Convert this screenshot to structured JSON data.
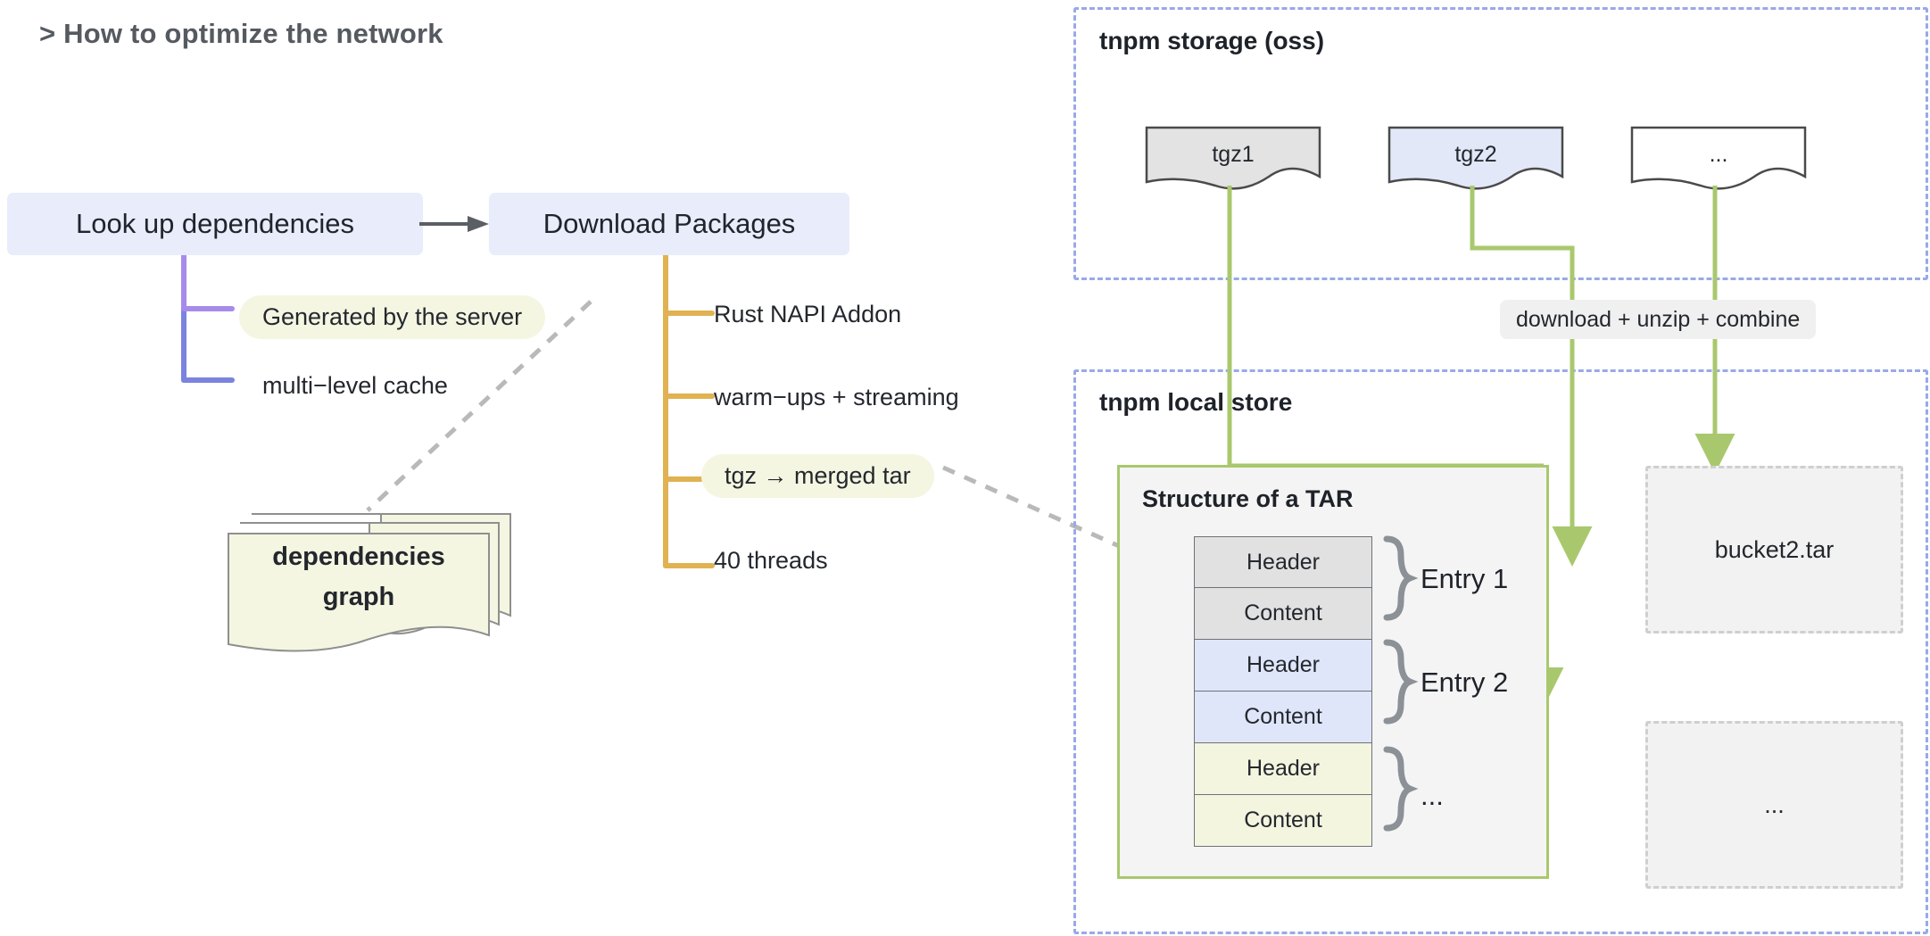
{
  "page": {
    "title": "> How to optimize the network",
    "colors": {
      "process_box_bg": "#e8ecfb",
      "pill_bg": "#f4f6e1",
      "branch_purple": "#a78bea",
      "branch_blue": "#7b83de",
      "branch_amber": "#e0b252",
      "flow_green": "#a9c86e",
      "zone_border_blue": "#99a9e8",
      "arrow_grey": "#5a5f66",
      "dashed_grey": "#b9b9b9"
    }
  },
  "flow": {
    "step1": "Look up dependencies",
    "step2": "Download Packages",
    "arrow_icon": "arrow-right-icon"
  },
  "lookup_branches": [
    {
      "label": "Generated by the server",
      "style": "pill",
      "color": "#a78bea"
    },
    {
      "label": "multi−level cache",
      "style": "plain",
      "color": "#7b83de"
    }
  ],
  "download_branches": [
    {
      "label": "Rust NAPI Addon",
      "style": "plain"
    },
    {
      "label": "warm−ups + streaming",
      "style": "plain"
    },
    {
      "label": "tgz → merged tar",
      "style": "pill"
    },
    {
      "label": "40 threads",
      "style": "plain"
    }
  ],
  "dependencies_graph": {
    "line1": "dependencies",
    "line2": "graph",
    "shape": "stacked-document"
  },
  "storage_zone": {
    "title": "tnpm storage (oss)",
    "documents": [
      {
        "label": "tgz1",
        "fill": "#e3e3e3"
      },
      {
        "label": "tgz2",
        "fill": "#e2e8f8"
      },
      {
        "label": "...",
        "fill": "#ffffff"
      }
    ]
  },
  "operation": {
    "label": "download + unzip + combine"
  },
  "local_store_zone": {
    "title": "tnpm local store",
    "tar": {
      "title": "Structure of a TAR",
      "rows": [
        {
          "label": "Header",
          "group": "Entry 1",
          "fill": "#e1e1e1"
        },
        {
          "label": "Content",
          "group": "Entry 1",
          "fill": "#e1e1e1"
        },
        {
          "label": "Header",
          "group": "Entry 2",
          "fill": "#dfe6f9"
        },
        {
          "label": "Content",
          "group": "Entry 2",
          "fill": "#dfe6f9"
        },
        {
          "label": "Header",
          "group": "...",
          "fill": "#f3f5df"
        },
        {
          "label": "Content",
          "group": "...",
          "fill": "#f3f5df"
        }
      ],
      "entry_labels": [
        "Entry 1",
        "Entry 2",
        "..."
      ]
    },
    "buckets": [
      {
        "label": "bucket2.tar"
      },
      {
        "label": "..."
      }
    ]
  }
}
